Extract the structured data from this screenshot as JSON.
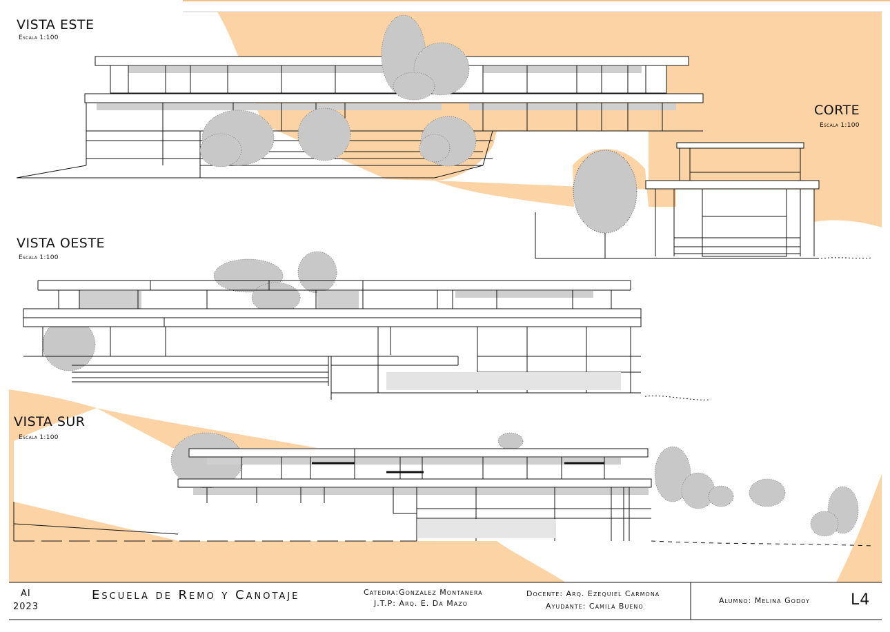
{
  "palette": {
    "terrain": "#fbd3a5",
    "foliage": "#c8c8c8",
    "shadow": "#cfcfcf",
    "line": "#111111"
  },
  "views": {
    "este": {
      "title": "VISTA ESTE",
      "scale": "Escala 1:100"
    },
    "corte": {
      "title": "CORTE",
      "scale": "Escala 1:100"
    },
    "oeste": {
      "title": "VISTA OESTE",
      "scale": "Escala 1:100"
    },
    "sur": {
      "title": "VISTA SUR",
      "scale": "Escala 1:100"
    }
  },
  "title_block": {
    "course": "AI",
    "year": "2023",
    "project": "Escuela de Remo y Canotaje",
    "catedra": "Catedra:Gonzalez Montanera",
    "jtp": "J.T.P: Arq. E. Da Mazo",
    "docente": "Docente: Arq. Ezequiel Carmona",
    "ayudante": "Ayudante: Camila Bueno",
    "alumno": "Alumno: Melina Godoy",
    "sheet": "L4"
  }
}
